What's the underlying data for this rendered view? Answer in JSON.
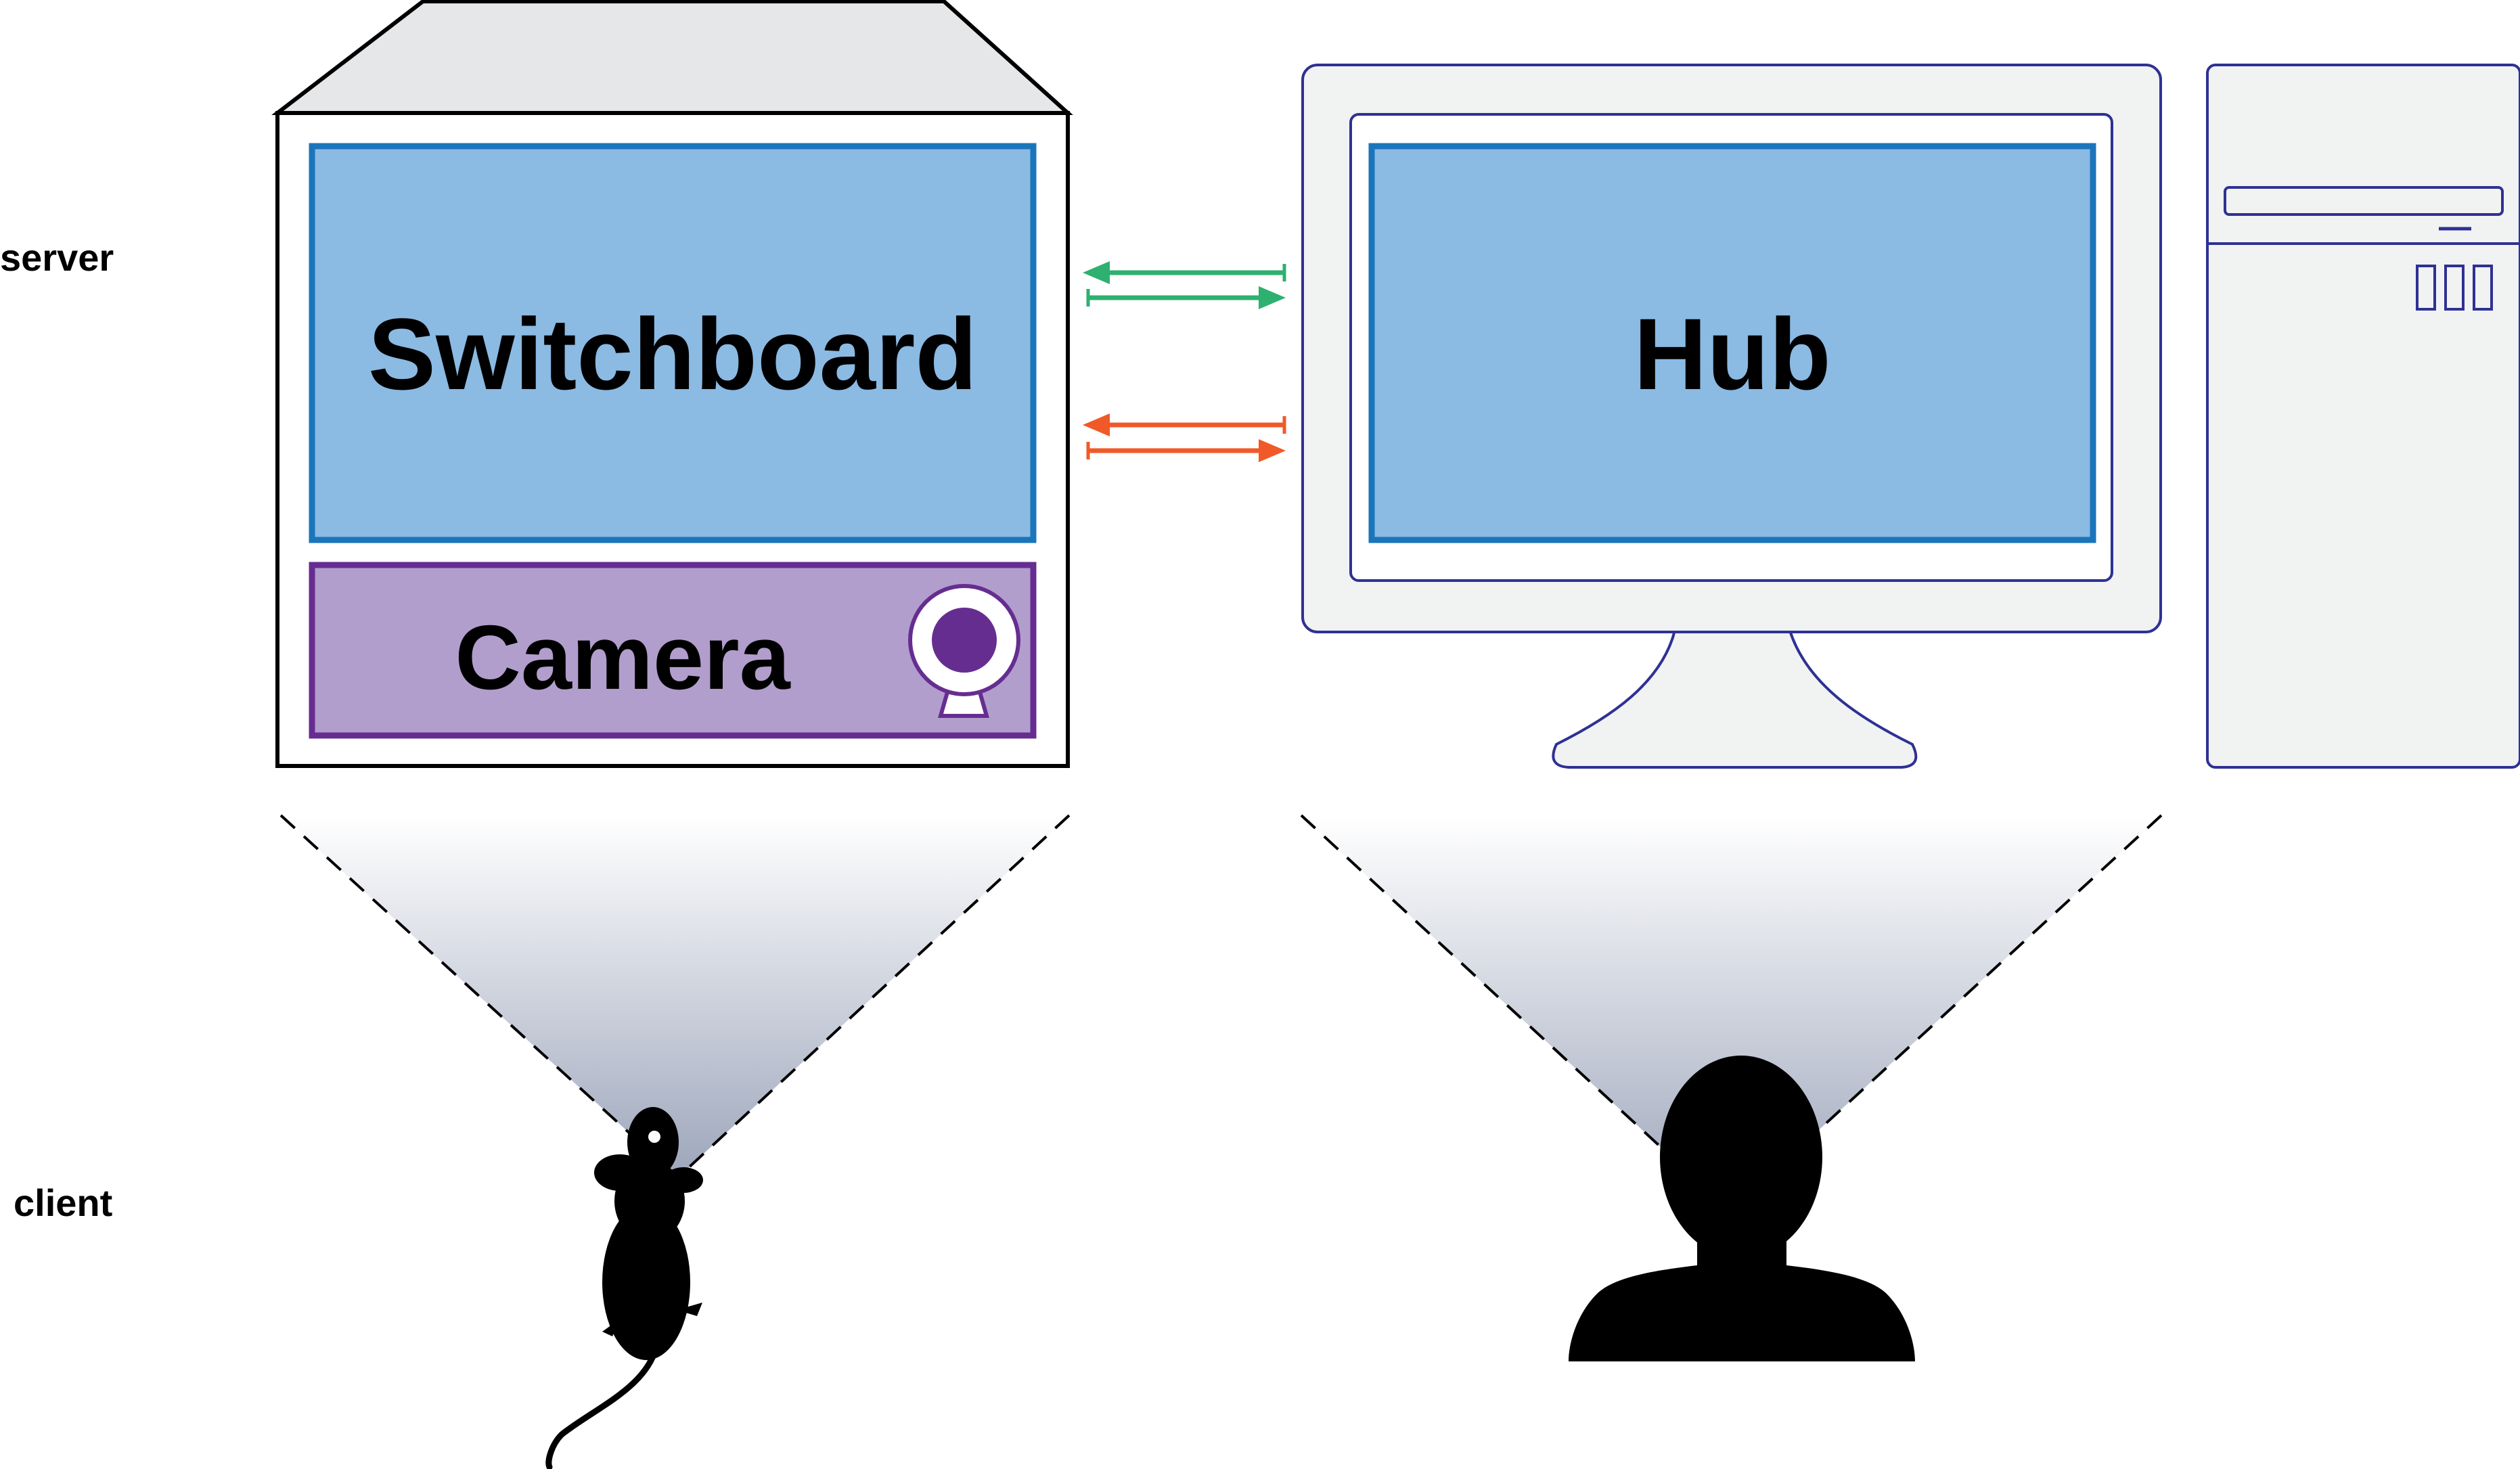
{
  "labels": {
    "server": "server",
    "client": "client",
    "switchboard": "Switchboard",
    "camera": "Camera",
    "hub": "Hub"
  },
  "colors": {
    "panel_fill": "#8bbae3",
    "panel_stroke": "#1a75bb",
    "camera_fill": "#b19ecc",
    "camera_stroke": "#662d91",
    "arrow_green": "#2eb070",
    "arrow_orange": "#f05a28",
    "device_outline": "#2e3192",
    "device_fill": "#f1f2f2",
    "cone_top": "#ffffff",
    "cone_bottom": "#9da6bb",
    "silhouette": "#000000"
  },
  "icons": [
    "camera-icon",
    "mouse-icon",
    "person-icon",
    "computer-tower-icon"
  ]
}
